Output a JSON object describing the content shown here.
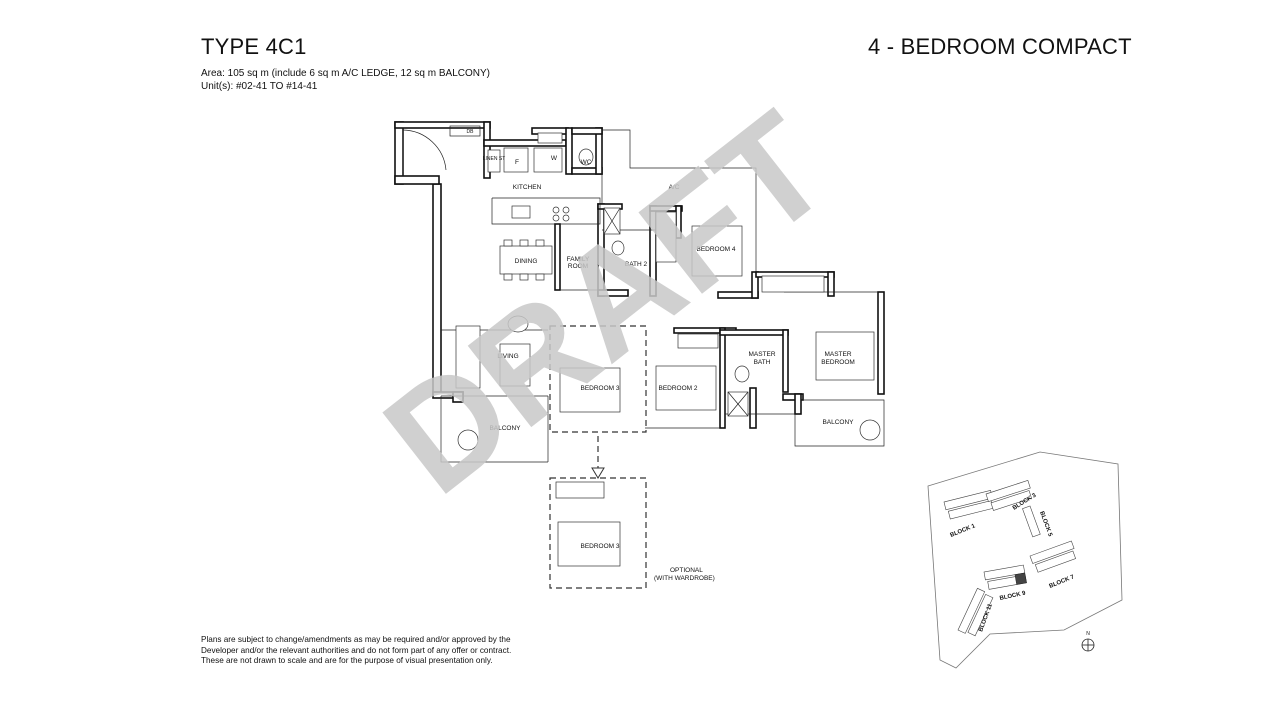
{
  "header": {
    "type_title": "TYPE 4C1",
    "unit_kind": "4 - BEDROOM COMPACT",
    "area": "Area: 105 sq m (include 6 sq m A/C LEDGE, 12 sq m BALCONY)",
    "units": "Unit(s): #02-41 TO #14-41"
  },
  "rooms": {
    "db": "DB",
    "linen": "LINEN ST",
    "fridge": "F",
    "washer": "W",
    "wc": "WC",
    "kitchen": "KITCHEN",
    "ac": "A/C",
    "dining": "DINING",
    "family_room_1": "FAMILY",
    "family_room_2": "ROOM",
    "bath2": "BATH 2",
    "bedroom4": "BEDROOM 4",
    "living": "LIVING",
    "bedroom3": "BEDROOM 3",
    "bedroom2": "BEDROOM 2",
    "master_bath_1": "MASTER",
    "master_bath_2": "BATH",
    "master_bedroom_1": "MASTER",
    "master_bedroom_2": "BEDROOM",
    "balcony_left": "BALCONY",
    "balcony_right": "BALCONY",
    "bedroom3_optional": "BEDROOM 3",
    "optional_1": "OPTIONAL",
    "optional_2": "(WITH WARDROBE)"
  },
  "site_plan": {
    "blocks": [
      "BLOCK 1",
      "BLOCK 3",
      "BLOCK 5",
      "BLOCK 7",
      "BLOCK 9",
      "BLOCK 11"
    ],
    "north": "N"
  },
  "watermark": "DRAFT",
  "disclaimer": "Plans are subject to change/amendments as may be required and/or approved by the\nDeveloper and/or the relevant authorities and do not form part of any offer or contract.\nThese are not drawn to scale and are for the purpose of visual presentation only."
}
